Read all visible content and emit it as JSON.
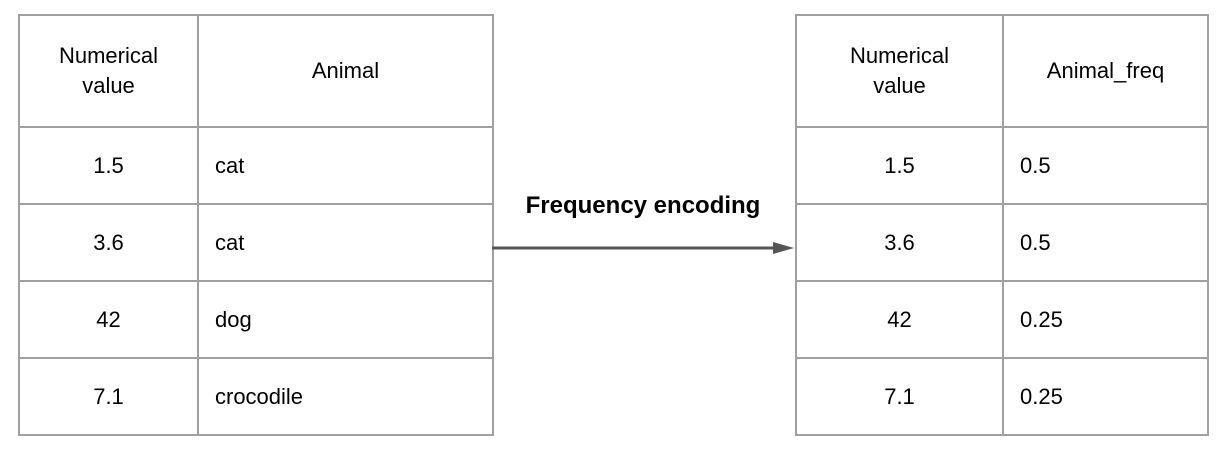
{
  "diagram_title": "Frequency encoding",
  "left_table": {
    "headers": [
      "Numerical value",
      "Animal"
    ],
    "rows": [
      [
        "1.5",
        "cat"
      ],
      [
        "3.6",
        "cat"
      ],
      [
        "42",
        "dog"
      ],
      [
        "7.1",
        "crocodile"
      ]
    ]
  },
  "arrow": {
    "label": "Frequency encoding",
    "direction": "right"
  },
  "right_table": {
    "headers": [
      "Numerical value",
      "Animal_freq"
    ],
    "rows": [
      [
        "1.5",
        "0.5"
      ],
      [
        "3.6",
        "0.5"
      ],
      [
        "42",
        "0.25"
      ],
      [
        "7.1",
        "0.25"
      ]
    ]
  },
  "colors": {
    "table_border": "#a0a0a0",
    "arrow": "#555555",
    "text": "#000000",
    "background": "#ffffff"
  }
}
